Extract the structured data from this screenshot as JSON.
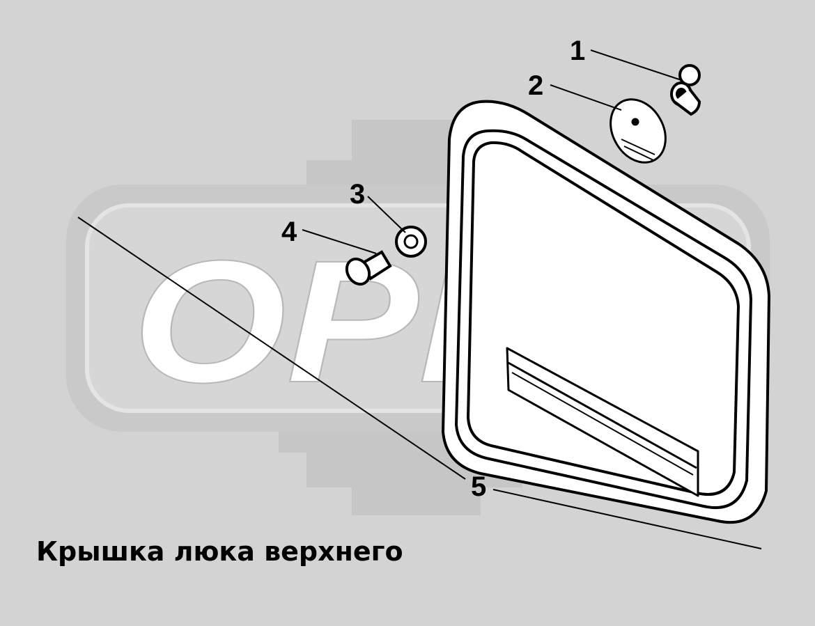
{
  "watermark": {
    "logo_text": "OPEX",
    "color": "#c9c9c9",
    "fill": "#ffffff"
  },
  "callouts": [
    {
      "id": "1",
      "label": "1"
    },
    {
      "id": "2",
      "label": "2"
    },
    {
      "id": "3",
      "label": "3"
    },
    {
      "id": "4",
      "label": "4"
    },
    {
      "id": "5",
      "label": "5"
    }
  ],
  "caption": "Крышка люка верхнего",
  "colors": {
    "background": "#d3d3d3",
    "line": "#000000",
    "part_fill": "#ffffff"
  }
}
